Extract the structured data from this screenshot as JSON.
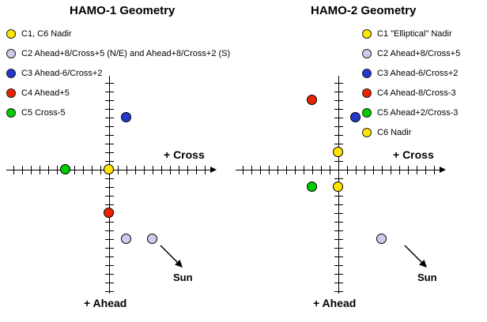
{
  "panels": [
    {
      "title": "HAMO-1 Geometry",
      "axis": {
        "cross": "+ Cross",
        "ahead": "+ Ahead"
      },
      "sun": "Sun",
      "legend": [
        {
          "color": "#FFE600",
          "label": "C1, C6 Nadir"
        },
        {
          "color": "#CCCCEE",
          "label": "C2 Ahead+8/Cross+5 (N/E) and Ahead+8/Cross+2 (S)"
        },
        {
          "color": "#2438CC",
          "label": "C3 Ahead-6/Cross+2"
        },
        {
          "color": "#EE2200",
          "label": "C4 Ahead+5"
        },
        {
          "color": "#00CC00",
          "label": "C5 Cross-5"
        }
      ],
      "points": [
        {
          "name": "C1-C6-nadir",
          "color": "#FFE600",
          "cross": 0,
          "ahead": 0
        },
        {
          "name": "C3",
          "color": "#2438CC",
          "cross": 2,
          "ahead": -6
        },
        {
          "name": "C4",
          "color": "#EE2200",
          "cross": 0,
          "ahead": 5
        },
        {
          "name": "C5",
          "color": "#00CC00",
          "cross": -5,
          "ahead": 0
        },
        {
          "name": "C2-S",
          "color": "#CCCCEE",
          "cross": 2,
          "ahead": 8
        },
        {
          "name": "C2-NE",
          "color": "#CCCCEE",
          "cross": 5,
          "ahead": 8
        }
      ]
    },
    {
      "title": "HAMO-2 Geometry",
      "axis": {
        "cross": "+ Cross",
        "ahead": "+ Ahead"
      },
      "sun": "Sun",
      "legend": [
        {
          "color": "#FFE600",
          "label": "C1 \"Elliptical\" Nadir"
        },
        {
          "color": "#CCCCEE",
          "label": "C2 Ahead+8/Cross+5"
        },
        {
          "color": "#2438CC",
          "label": "C3 Ahead-6/Cross+2"
        },
        {
          "color": "#EE2200",
          "label": "C4 Ahead-8/Cross-3"
        },
        {
          "color": "#00CC00",
          "label": "C5 Ahead+2/Cross-3"
        },
        {
          "color": "#FFE600",
          "label": "C6 Nadir"
        }
      ],
      "points": [
        {
          "name": "C4",
          "color": "#EE2200",
          "cross": -3,
          "ahead": -8
        },
        {
          "name": "C3",
          "color": "#2438CC",
          "cross": 2,
          "ahead": -6
        },
        {
          "name": "C1",
          "color": "#FFE600",
          "cross": 0,
          "ahead": -2
        },
        {
          "name": "C6",
          "color": "#FFE600",
          "cross": 0,
          "ahead": 2
        },
        {
          "name": "C5",
          "color": "#00CC00",
          "cross": -3,
          "ahead": 2
        },
        {
          "name": "C2",
          "color": "#CCCCEE",
          "cross": 5,
          "ahead": 8
        }
      ]
    }
  ],
  "chart_data": [
    {
      "type": "scatter",
      "title": "HAMO-1 Geometry",
      "xlabel": "+ Cross",
      "ylabel": "+ Ahead (positive is downward)",
      "axes_note": "Unlabeled tick marks, 1 unit per tick, crosshair origin at nadir",
      "point_format": "[cross, ahead]",
      "series": [
        {
          "name": "C1, C6 Nadir",
          "color": "#FFE600",
          "points": [
            [
              0,
              0
            ]
          ]
        },
        {
          "name": "C2 Ahead+8/Cross+5 (N/E) and Ahead+8/Cross+2 (S)",
          "color": "#CCCCEE",
          "points": [
            [
              2,
              8
            ],
            [
              5,
              8
            ]
          ]
        },
        {
          "name": "C3 Ahead-6/Cross+2",
          "color": "#2438CC",
          "points": [
            [
              2,
              -6
            ]
          ]
        },
        {
          "name": "C4 Ahead+5",
          "color": "#EE2200",
          "points": [
            [
              0,
              5
            ]
          ]
        },
        {
          "name": "C5 Cross-5",
          "color": "#00CC00",
          "points": [
            [
              -5,
              0
            ]
          ]
        }
      ],
      "annotations": [
        "Sun arrow pointing down-right"
      ]
    },
    {
      "type": "scatter",
      "title": "HAMO-2 Geometry",
      "xlabel": "+ Cross",
      "ylabel": "+ Ahead (positive is downward)",
      "axes_note": "Unlabeled tick marks, 1 unit per tick, crosshair origin at nadir",
      "point_format": "[cross, ahead]",
      "series": [
        {
          "name": "C1 \"Elliptical\" Nadir",
          "color": "#FFE600",
          "points": [
            [
              0,
              -2
            ]
          ]
        },
        {
          "name": "C2 Ahead+8/Cross+5",
          "color": "#CCCCEE",
          "points": [
            [
              5,
              8
            ]
          ]
        },
        {
          "name": "C3 Ahead-6/Cross+2",
          "color": "#2438CC",
          "points": [
            [
              2,
              -6
            ]
          ]
        },
        {
          "name": "C4 Ahead-8/Cross-3",
          "color": "#EE2200",
          "points": [
            [
              -3,
              -8
            ]
          ]
        },
        {
          "name": "C5 Ahead+2/Cross-3",
          "color": "#00CC00",
          "points": [
            [
              -3,
              2
            ]
          ]
        },
        {
          "name": "C6 Nadir",
          "color": "#FFE600",
          "points": [
            [
              0,
              2
            ]
          ]
        }
      ],
      "annotations": [
        "Sun arrow pointing down-right"
      ]
    }
  ]
}
